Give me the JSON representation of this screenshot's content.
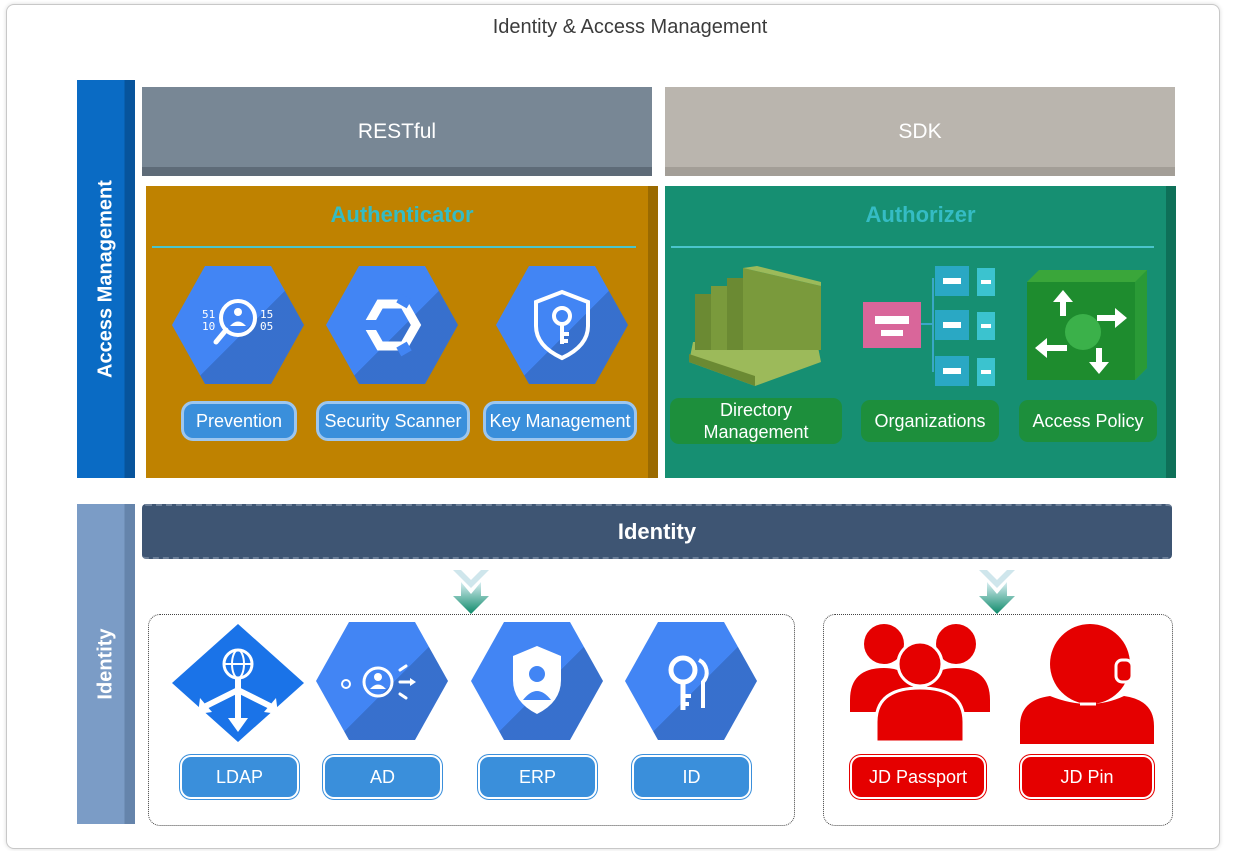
{
  "title": "Identity & Access Management",
  "sidebars": {
    "access_management": "Access Management",
    "identity": "Identity"
  },
  "bands": {
    "restful": "RESTful",
    "sdk": "SDK",
    "identity": "Identity"
  },
  "authenticator": {
    "title": "Authenticator",
    "items": [
      {
        "label": "Prevention",
        "icon": "data-search-icon"
      },
      {
        "label": "Security Scanner",
        "icon": "security-scanner-icon"
      },
      {
        "label": "Key Management",
        "icon": "key-shield-icon"
      }
    ]
  },
  "authorizer": {
    "title": "Authorizer",
    "items": [
      {
        "label": "Directory Management",
        "icon": "directory-icon"
      },
      {
        "label": "Organizations",
        "icon": "organizations-icon"
      },
      {
        "label": "Access Policy",
        "icon": "access-policy-icon"
      }
    ]
  },
  "identity_sources": [
    {
      "label": "LDAP",
      "icon": "ldap-icon"
    },
    {
      "label": "AD",
      "icon": "ad-icon"
    },
    {
      "label": "ERP",
      "icon": "erp-icon"
    },
    {
      "label": "ID",
      "icon": "id-key-icon"
    }
  ],
  "jd_sources": [
    {
      "label": "JD Passport",
      "icon": "group-icon"
    },
    {
      "label": "JD Pin",
      "icon": "user-headset-icon"
    }
  ],
  "colors": {
    "access_bar": "#0a6bc4",
    "identity_bar": "#7b9cc6",
    "restful": "#788795",
    "sdk": "#bab5ae",
    "authenticator": "#bf8200",
    "authorizer": "#168f72",
    "identity_band": "#3e5573",
    "hex": "#4285f4",
    "label_blue": "#3a8fdb",
    "label_green": "#1d8f3c",
    "label_red": "#e50000"
  }
}
